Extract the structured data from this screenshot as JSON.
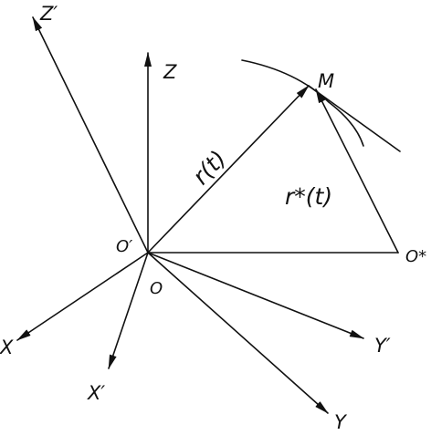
{
  "labels": {
    "z_prime": "Z′",
    "z": "Z",
    "x": "X",
    "x_prime": "X′",
    "y": "Y",
    "y_prime": "Y′",
    "origin": "O",
    "origin_prime": "O′",
    "origin_star": "O*",
    "point_m": "M",
    "r_t": "r(t)",
    "r_star_t": "r*(t)"
  },
  "colors": {
    "stroke": "#111111",
    "background": "#ffffff"
  }
}
